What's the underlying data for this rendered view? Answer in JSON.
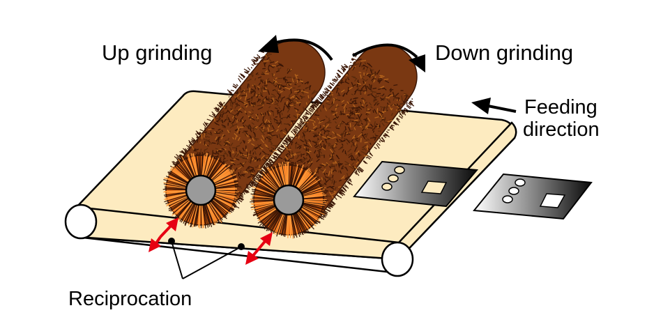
{
  "labels": {
    "up_grinding": "Up grinding",
    "down_grinding": "Down grinding",
    "feeding_line1": "Feeding",
    "feeding_line2": "direction",
    "reciprocation": "Reciprocation"
  },
  "colors": {
    "belt": "#fdebc0",
    "brush_bristle": "#7a3812",
    "brush_bristle_dark": "#3a1606",
    "brush_end": "#e96a14",
    "core": "#9a9a9a",
    "arrow_red": "#e60012",
    "plate_dark": "#1a1a1a"
  },
  "icons": {
    "up_rotation": "curved-arrow-ccw-icon",
    "down_rotation": "curved-arrow-cw-icon",
    "feed": "arrow-left-icon",
    "reciprocation": "double-headed-arrow-icon"
  }
}
